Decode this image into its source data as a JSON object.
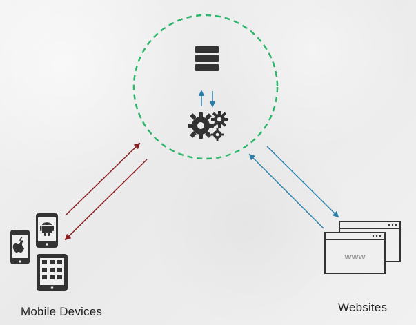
{
  "labels": {
    "mobile_devices": "Mobile Devices",
    "websites": "Websites",
    "browser_text": "www"
  },
  "colors": {
    "circle": "#2db56b",
    "mobile_arrows": "#8b1f1f",
    "web_arrows": "#2c7fa9",
    "inner_arrows": "#2c7fa9",
    "icon_dark": "#333333"
  },
  "icons": {
    "server": "server-icon",
    "gears": "gears-icon",
    "iphone": "iphone-icon",
    "android": "android-phone-icon",
    "tablet": "tablet-icon",
    "browser": "browser-window-icon"
  }
}
